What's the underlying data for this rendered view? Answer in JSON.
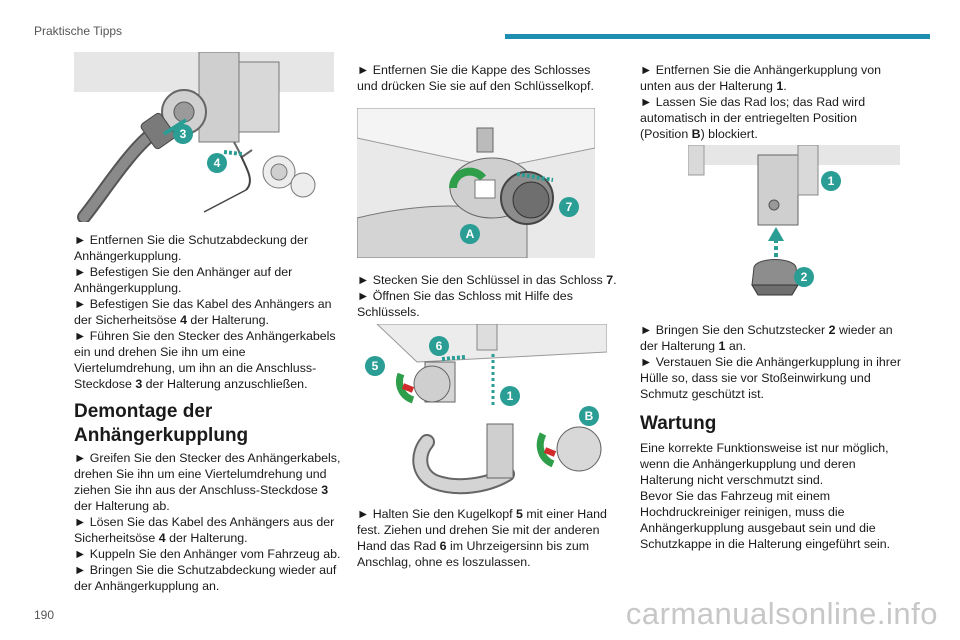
{
  "header": {
    "section": "Praktische Tipps"
  },
  "page_number": "190",
  "watermark": "carmanualsonline.info",
  "col1": {
    "p1": [
      "► Entfernen Sie die Schutzabdeckung der Anhängerkupplung.",
      "► Befestigen Sie den Anhänger auf der Anhängerkupplung.",
      "► Befestigen Sie das Kabel des Anhängers an der Sicherheitsöse ",
      "4",
      " der Halterung.",
      "► Führen Sie den Stecker des Anhängerkabels ein und drehen Sie ihn um eine Viertelumdrehung, um ihn an die Anschluss-Steckdose ",
      "3",
      " der Halterung anzuschließen."
    ],
    "heading": "Demontage der Anhängerkupplung",
    "p2": [
      "► Greifen Sie den Stecker des Anhängerkabels, drehen Sie ihn um eine Viertelumdrehung und ziehen Sie ihn aus der Anschluss-Steckdose ",
      "3",
      " der Halterung ab.",
      "► Lösen Sie das Kabel des Anhängers aus der Sicherheitsöse ",
      "4",
      " der Halterung.",
      "► Kuppeln Sie den Anhänger vom Fahrzeug ab.",
      "► Bringen Sie die Schutzabdeckung wieder auf der Anhängerkupplung an."
    ]
  },
  "col2": {
    "p1": "► Entfernen Sie die Kappe des Schlosses und drücken Sie sie auf den Schlüsselkopf.",
    "p2": [
      "► Stecken Sie den Schlüssel in das Schloss ",
      "7",
      ".",
      "► Öffnen Sie das Schloss mit Hilfe des Schlüssels."
    ],
    "p3": [
      "► Halten Sie den Kugelkopf ",
      "5",
      " mit einer Hand fest. Ziehen und drehen Sie mit der anderen Hand das Rad ",
      "6",
      " im Uhrzeigersinn bis zum Anschlag, ohne es loszulassen."
    ]
  },
  "col3": {
    "p1": [
      "► Entfernen Sie die Anhängerkupplung von unten aus der Halterung ",
      "1",
      ".",
      "► Lassen Sie das Rad los; das Rad wird automatisch in der entriegelten Position (Position ",
      "B",
      ") blockiert."
    ],
    "p2": [
      "► Bringen Sie den Schutzstecker ",
      "2",
      " wieder an der Halterung ",
      "1",
      " an.",
      "► Verstauen Sie die Anhängerkupplung in ihrer Hülle so, dass sie vor Stoßeinwirkung und Schmutz geschützt ist."
    ],
    "heading": "Wartung",
    "p3": [
      "Eine korrekte Funktionsweise ist nur möglich, wenn die Anhängerkupplung und deren Halterung nicht verschmutzt sind.",
      "Bevor Sie das Fahrzeug mit einem Hochdruckreiniger reinigen, muss die Anhängerkupplung ausgebaut sein und die Schutzkappe in die Halterung eingeführt sein."
    ]
  },
  "figures": {
    "fig1": {
      "labels": [
        "3",
        "4"
      ]
    },
    "fig2": {
      "labels": [
        "7",
        "A"
      ]
    },
    "fig3": {
      "labels": [
        "6",
        "5",
        "1",
        "B"
      ]
    },
    "fig4": {
      "labels": [
        "1",
        "2"
      ]
    }
  },
  "colors": {
    "accent": "#1e8fb1",
    "badge": "#2a9d95",
    "green": "#2f9e4a",
    "red": "#d22b2b"
  }
}
